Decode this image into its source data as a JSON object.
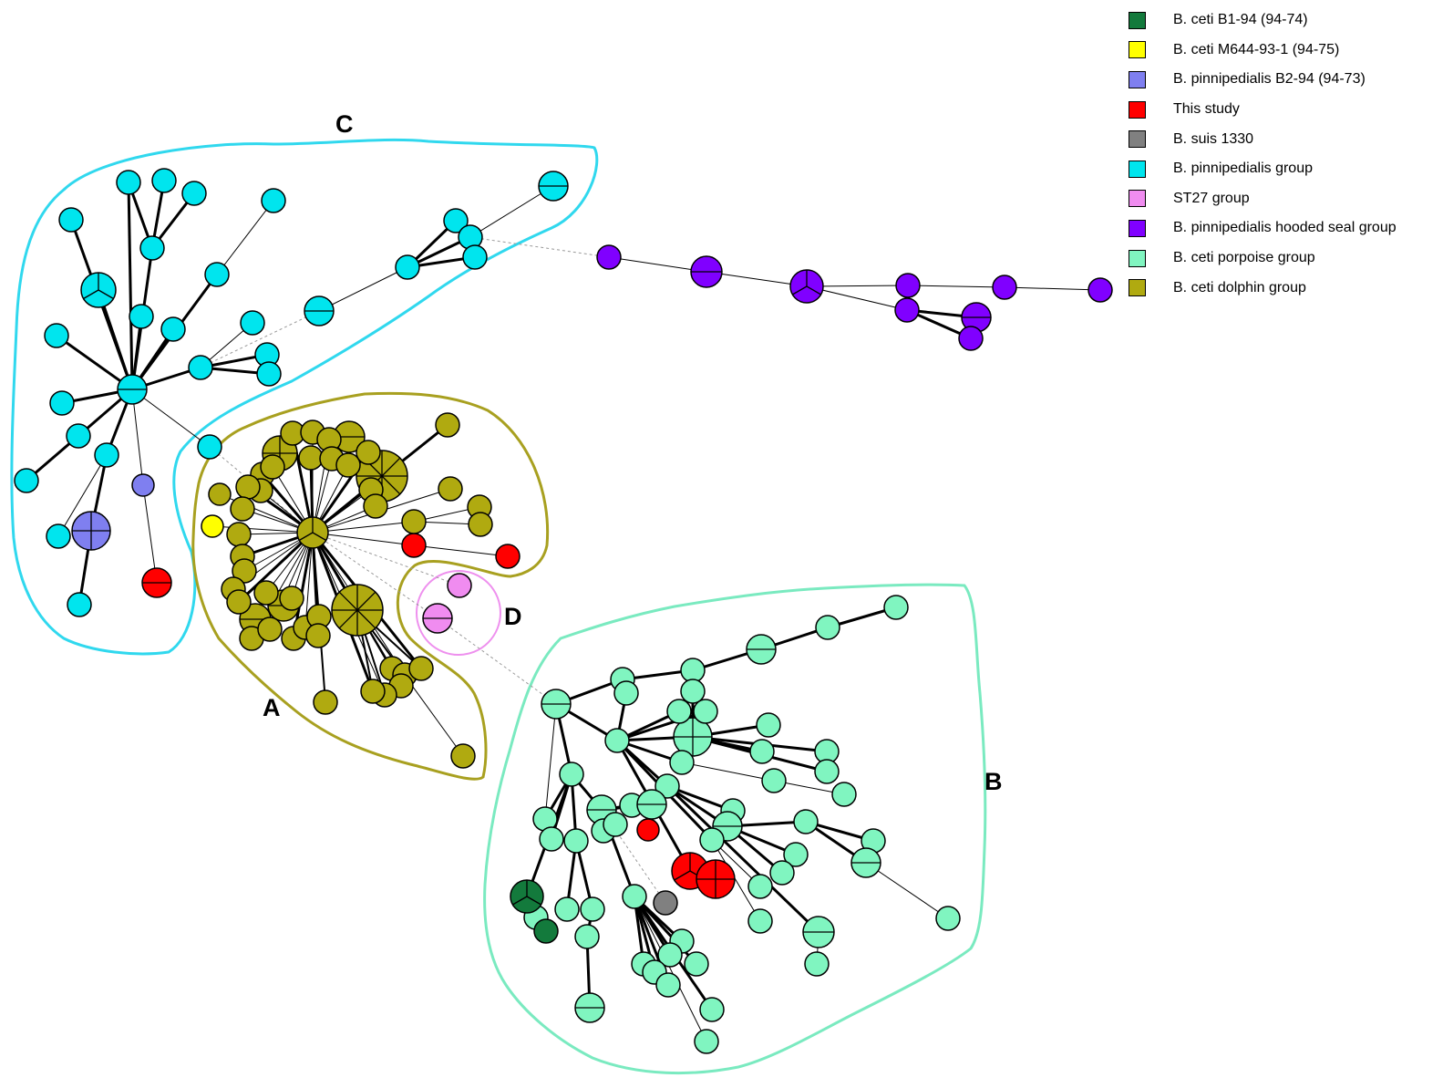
{
  "legend": [
    {
      "label": "B. ceti B1-94 (94-74)",
      "color": "#137a3c"
    },
    {
      "label": "B. ceti M644-93-1 (94-75)",
      "color": "#ffff00"
    },
    {
      "label": "B. pinnipedialis B2-94 (94-73)",
      "color": "#7f7ff0"
    },
    {
      "label": "This study",
      "color": "#ff0000"
    },
    {
      "label": "B. suis 1330",
      "color": "#808080"
    },
    {
      "label": "B. pinnipedialis group",
      "color": "#00e5ee"
    },
    {
      "label": "ST27 group",
      "color": "#f08cf0"
    },
    {
      "label": "B. pinnipedialis hooded seal group",
      "color": "#8000ff"
    },
    {
      "label": "B. ceti porpoise group",
      "color": "#80f5c0"
    },
    {
      "label": "B. ceti dolphin group",
      "color": "#b0aa10"
    }
  ],
  "clusters": {
    "a": {
      "label": "A",
      "outline_color": "#a8a020"
    },
    "b": {
      "label": "B",
      "outline_color": "#7aeac0"
    },
    "c": {
      "label": "C",
      "outline_color": "#30d8ee"
    },
    "d": {
      "label": "D",
      "outline_color": "#ee90ee"
    }
  }
}
